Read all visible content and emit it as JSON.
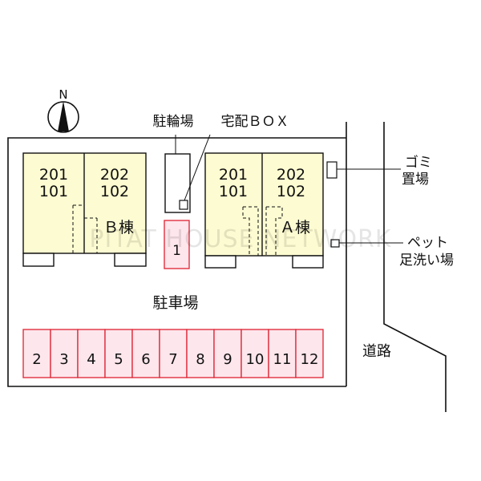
{
  "compass": {
    "label": "N"
  },
  "labels": {
    "bike_parking": "駐輪場",
    "delivery_box": "宅配ＢＯＸ",
    "parking_lot": "駐車場",
    "garbage_line1": "ゴミ",
    "garbage_line2": "置場",
    "pet_line1": "ペット",
    "pet_line2": "足洗い場",
    "road": "道路"
  },
  "buildings": {
    "b": {
      "name": "Ｂ棟",
      "units_upper": [
        "201",
        "202"
      ],
      "units_lower": [
        "101",
        "102"
      ]
    },
    "a": {
      "name": "Ａ棟",
      "units_upper": [
        "201",
        "202"
      ],
      "units_lower": [
        "101",
        "102"
      ]
    }
  },
  "parking_spaces": [
    "1",
    "2",
    "3",
    "4",
    "5",
    "6",
    "7",
    "8",
    "9",
    "10",
    "11",
    "12"
  ],
  "watermark": "PITAT HOUSE NETWORK",
  "colors": {
    "building_fill": "#fdfbd1",
    "parking_fill": "#fde6ec",
    "parking_stroke": "#e0303f"
  }
}
